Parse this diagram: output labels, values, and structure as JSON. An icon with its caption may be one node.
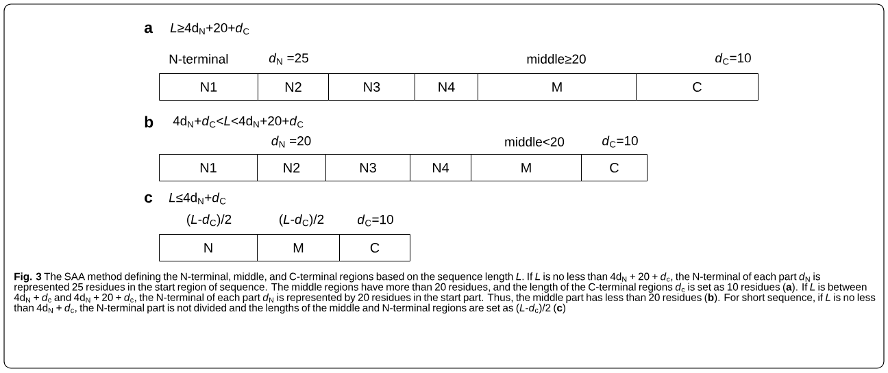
{
  "diagram": {
    "caption": "**Fig. 3** The SAA method defining the N-terminal, middle, and C-terminal regions based on the sequence length *L*. If *L* is no less than 4d$_{N}$ + 20 + *d*$_{c}$, the N-terminal of each part *d*$_{N}$ is represented 25 residues in the start region of sequence. The middle regions have more than 20 residues, and the length of the C-terminal regions *d*$_{c}$ is set as 10 residues (**a**). If *L* is between 4d$_{N}$ + *d*$_{c}$ and 4d$_{N}$ + 20 + *d*$_{c}$, the N-terminal of each part *d*$_{N}$ is represented by 20 residues in the start part. Thus, the middle part has less than 20 residues (**b**). For short sequence, if *L* is no less than 4d$_{N}$ + *d*$_{c}$, the N-terminal part is not divided and the lengths of the middle and N-terminal regions are set as (*L*-*d*$_{c}$)/2 (**c**)",
    "nodes": [
      {
        "text": [
          "N1"
        ]
      },
      {
        "text": [
          "N2"
        ]
      },
      {
        "text": [
          "N3"
        ]
      },
      {
        "text": [
          "N4"
        ]
      },
      {
        "text": [
          "M"
        ]
      },
      {
        "text": [
          "C"
        ]
      },
      {
        "text": [
          "N1"
        ]
      },
      {
        "text": [
          "N2"
        ]
      },
      {
        "text": [
          "N3"
        ]
      },
      {
        "text": [
          "N4"
        ]
      },
      {
        "text": [
          "M"
        ]
      },
      {
        "text": [
          "C"
        ]
      },
      {
        "text": [
          "N"
        ]
      },
      {
        "text": [
          "M"
        ]
      },
      {
        "text": [
          "C"
        ]
      }
    ],
    "labels": [
      "a",
      "*L*≥4d$_{N}$+20+*d*$_{C}$",
      "N-terminal",
      "*d*$_{N}$ =25",
      "middle≥20",
      "*d*$_{C}$=10",
      "b",
      "4d$_{N}$+*d*$_{C}$<*L*<4d$_{N}$+20+*d*$_{C}$",
      "*d*$_{N}$ =20",
      "middle<20",
      "*d*$_{C}$=10",
      "c",
      "*L*≤4d$_{N}$+*d*$_{C}$",
      "(*L*-*d*$_{C}$)/2",
      "(*L*-*d*$_{C}$)/2",
      "*d*$_{C}$=10"
    ]
  }
}
